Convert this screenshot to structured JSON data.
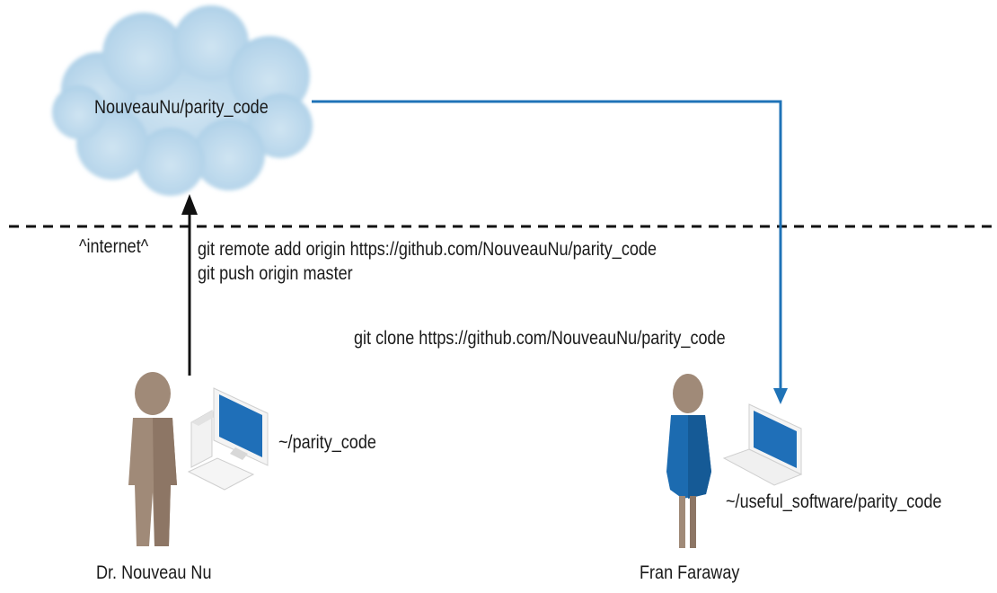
{
  "repo": {
    "label": "NouveauNu/parity_code"
  },
  "boundary": {
    "label": "^internet^"
  },
  "push_commands": {
    "line1": "git remote add origin https://github.com/NouveauNu/parity_code",
    "line2": "git push origin master"
  },
  "clone_command": {
    "label": "git clone https://github.com/NouveauNu/parity_code"
  },
  "author": {
    "name": "Dr. Nouveau Nu",
    "local_path": "~/parity_code"
  },
  "collaborator": {
    "name": "Fran Faraway",
    "local_path": "~/useful_software/parity_code"
  },
  "colors": {
    "cloud": "#b9d7ea",
    "clone_arrow": "#1f73b7",
    "push_arrow": "#111111",
    "skin": "#a08a78",
    "fran_dress": "#1c6bb0",
    "screen": "#1f6fb8"
  },
  "icons": {
    "cloud": "cloud-icon",
    "author": "person-icon",
    "collaborator": "person-icon",
    "desktop": "desktop-computer-icon",
    "laptop": "laptop-icon"
  }
}
